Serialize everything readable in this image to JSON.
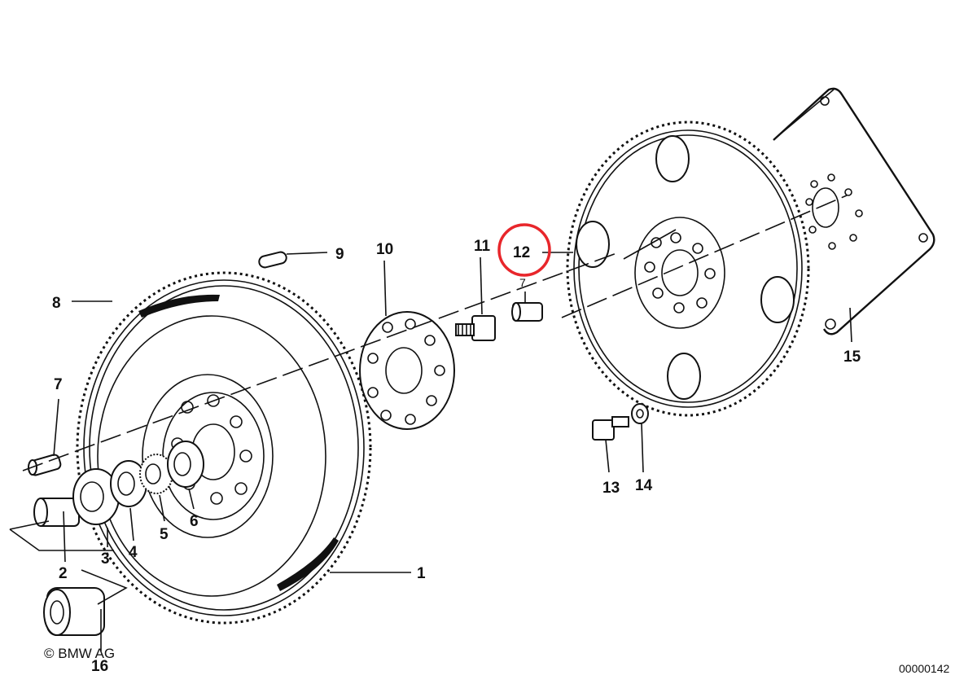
{
  "diagram": {
    "parts": [
      {
        "id": "1",
        "label": "1"
      },
      {
        "id": "2",
        "label": "2"
      },
      {
        "id": "3",
        "label": "3"
      },
      {
        "id": "4",
        "label": "4"
      },
      {
        "id": "5",
        "label": "5"
      },
      {
        "id": "6",
        "label": "6"
      },
      {
        "id": "7a",
        "label": "7"
      },
      {
        "id": "7b",
        "label": "7"
      },
      {
        "id": "8",
        "label": "8"
      },
      {
        "id": "9",
        "label": "9"
      },
      {
        "id": "10",
        "label": "10"
      },
      {
        "id": "11",
        "label": "11"
      },
      {
        "id": "12",
        "label": "12"
      },
      {
        "id": "13",
        "label": "13"
      },
      {
        "id": "14",
        "label": "14"
      },
      {
        "id": "15",
        "label": "15"
      },
      {
        "id": "16",
        "label": "16"
      }
    ],
    "highlighted_part": "12",
    "highlight_color": "#e8262b",
    "copyright": "© BMW AG",
    "drawing_number": "00000142"
  }
}
